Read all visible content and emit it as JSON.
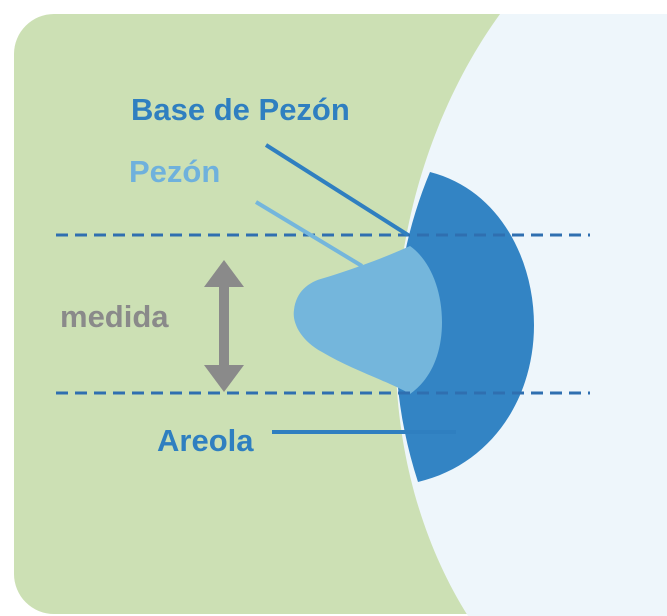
{
  "labels": {
    "base_de_pezon": "Base de Pezón",
    "pezon": "Pezón",
    "medida": "medida",
    "areola": "Areola"
  },
  "colors": {
    "background_green": "#cce0b4",
    "breast_light_blue": "#eef6fb",
    "areola_blue": "#3384c4",
    "nipple_light_blue": "#74b6dc",
    "measure_gray": "#8a8a8a",
    "base_label_blue": "#2f7fc0",
    "pezon_label_blue": "#6fb1dc"
  },
  "icons": {
    "measure_arrow": "double-headed-vertical-arrow-icon"
  }
}
